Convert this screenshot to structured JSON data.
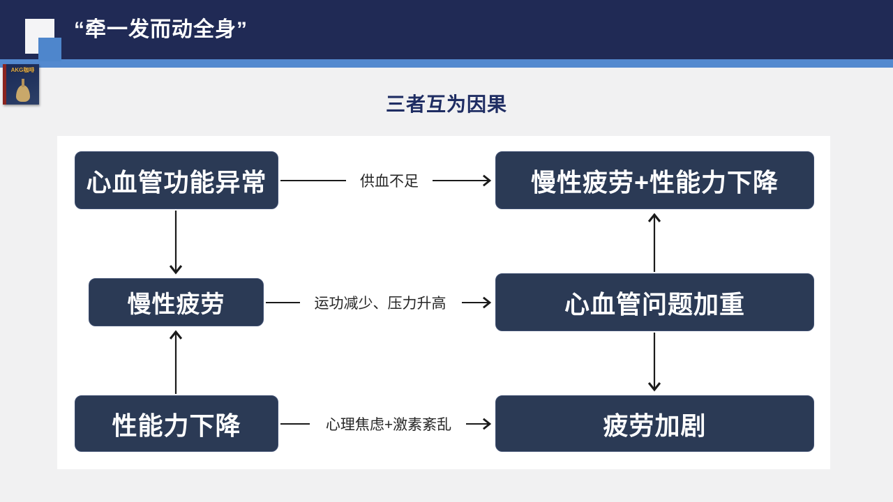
{
  "header": {
    "title": "“牵一发而动全身”"
  },
  "logo": {
    "brand": "AKG咖啡"
  },
  "subtitle": "三者互为因果",
  "diagram": {
    "left_nodes": [
      "心血管功能异常",
      "慢性疲劳",
      "性能力下降"
    ],
    "right_nodes": [
      "慢性疲劳+性能力下降",
      "心血管问题加重",
      "疲劳加剧"
    ],
    "edge_labels": [
      "供血不足",
      "运功减少、压力升高",
      "心理焦虑+激素紊乱"
    ],
    "vertical_flows": [
      "心血管功能异常 → 慢性疲劳",
      "性能力下降 → 慢性疲劳",
      "心血管问题加重 → 慢性疲劳+性能力下降",
      "心血管问题加重 → 疲劳加剧"
    ]
  },
  "colors": {
    "header_bg": "#202a55",
    "accent_stripe": "#5389cf",
    "accent_square": "#4e86cc",
    "node_bg": "#2b3a55",
    "subtitle_text": "#1f2d63",
    "panel_bg": "#ffffff",
    "slide_bg": "#f1f1f2",
    "arrow": "#1a1a1a"
  }
}
